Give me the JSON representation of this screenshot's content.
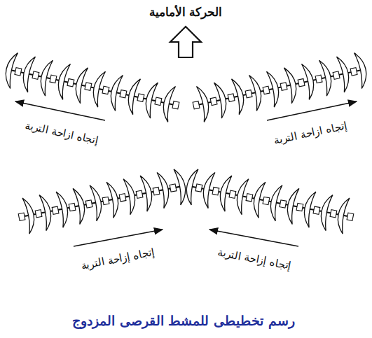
{
  "diagram": {
    "caption": "رسم تخطيطى للمشط القرصى المزدوج",
    "labels": [
      "الحركة الأمامية",
      "إتجاه ازاحة التربة",
      "إتجاه ازاحة التربة",
      "إتجاه إزاحة التربة",
      "إتجاه إزاحة التربة"
    ]
  }
}
